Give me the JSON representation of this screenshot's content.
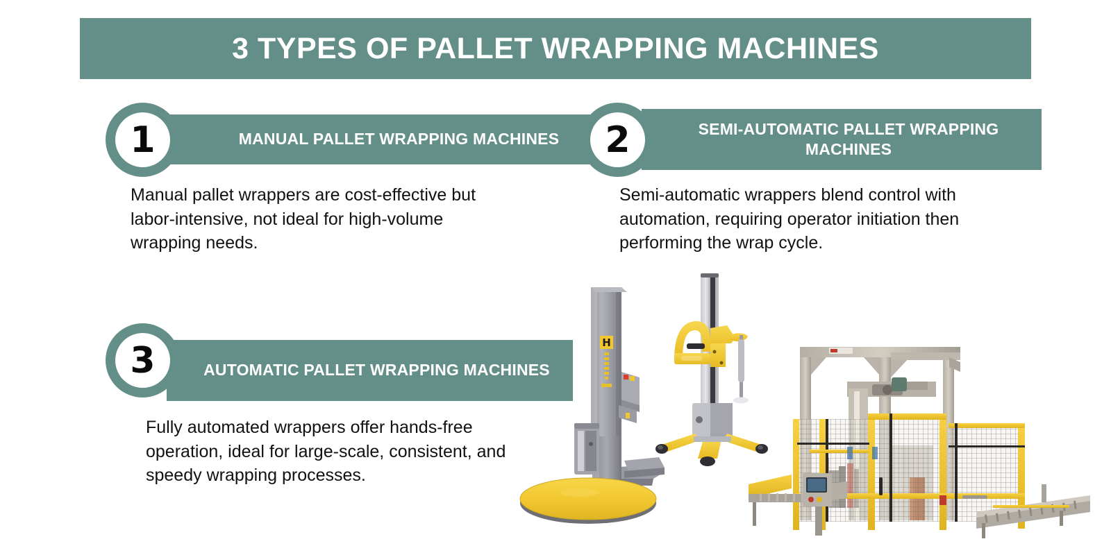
{
  "theme": {
    "teal": "#638f88",
    "yellow": "#f2c72e",
    "grey": "#9a9aa2",
    "dark_text": "#111111",
    "white": "#ffffff"
  },
  "header": {
    "title": "3 TYPES OF PALLET WRAPPING MACHINES"
  },
  "sections": [
    {
      "number": "1",
      "heading": "MANUAL PALLET WRAPPING MACHINES",
      "body": "Manual pallet wrappers are cost-effective but labor-intensive, not ideal for high-volume wrapping needs."
    },
    {
      "number": "2",
      "heading": "SEMI-AUTOMATIC PALLET WRAPPING MACHINES",
      "body": "Semi-automatic wrappers blend control with automation, requiring operator initiation then performing the wrap cycle."
    },
    {
      "number": "3",
      "heading": "AUTOMATIC PALLET WRAPPING MACHINES",
      "body": "Fully automated wrappers offer hands-free operation, ideal for large-scale, consistent, and speedy wrapping processes."
    }
  ],
  "illustrations": [
    {
      "name": "turntable-stretch-wrapper",
      "description": "Grey mast turntable stretch wrapper with yellow rotating turntable"
    },
    {
      "name": "mobile-manual-wrapper",
      "description": "Manual mobile pallet wrapper with yellow handle and wheeled base"
    },
    {
      "name": "automatic-wrapping-line",
      "description": "Automatic pallet wrapping system with safety fencing and roller conveyor"
    }
  ]
}
